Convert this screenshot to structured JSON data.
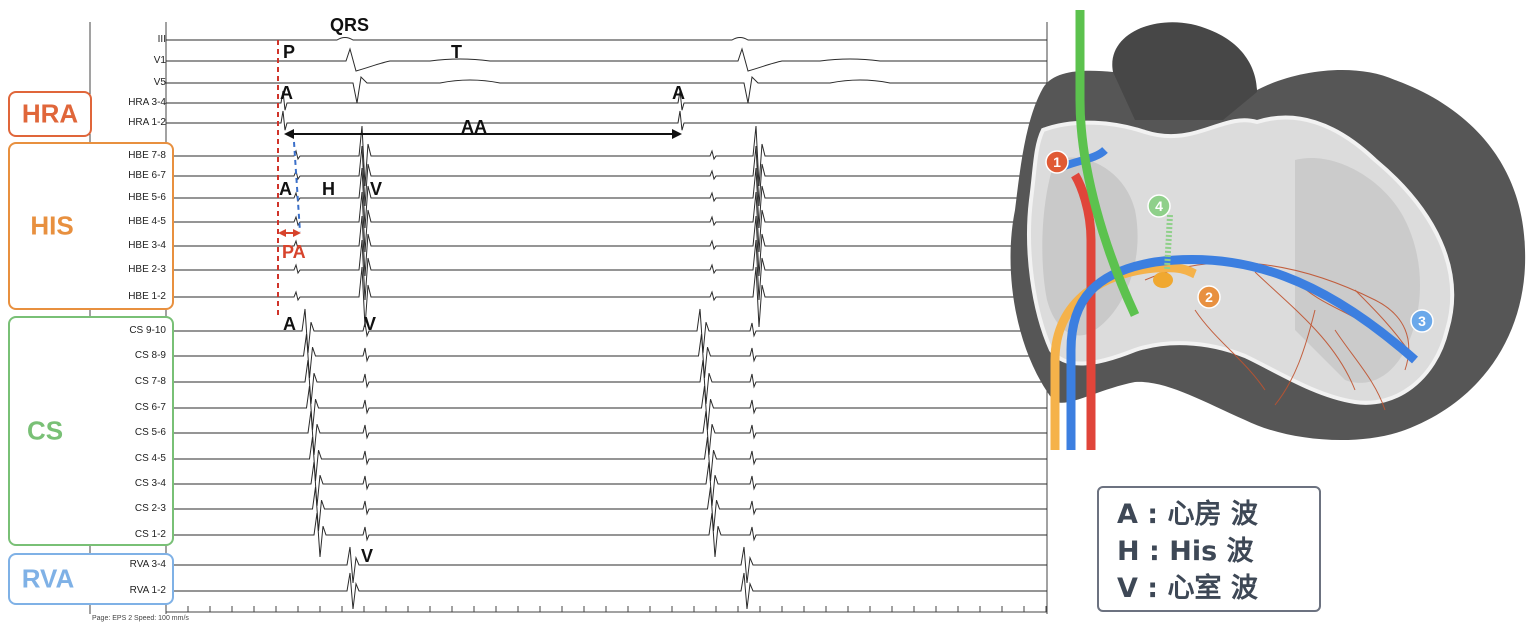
{
  "groups": {
    "hra": {
      "label": "HRA",
      "color": "#e0663a"
    },
    "his": {
      "label": "HIS",
      "color": "#e8903f"
    },
    "cs": {
      "label": "CS",
      "color": "#79c076"
    },
    "rva": {
      "label": "RVA",
      "color": "#7fb1e6"
    }
  },
  "channels": [
    "III",
    "V1",
    "V5",
    "HRA 3-4",
    "HRA 1-2",
    "HBE 7-8",
    "HBE 6-7",
    "HBE 5-6",
    "HBE 4-5",
    "HBE 3-4",
    "HBE 2-3",
    "HBE 1-2",
    "CS 9-10",
    "CS 8-9",
    "CS 7-8",
    "CS 6-7",
    "CS 5-6",
    "CS 4-5",
    "CS 3-4",
    "CS 2-3",
    "CS 1-2",
    "RVA 3-4",
    "RVA 1-2"
  ],
  "annotations": {
    "qrs": "QRS",
    "p": "P",
    "t": "T",
    "a_hra_1": "A",
    "a_hra_2": "A",
    "aa": "AA",
    "a_his": "A",
    "h_his": "H",
    "v_his": "V",
    "pa": "PA",
    "a_cs": "A",
    "v_cs": "V",
    "v_rva": "V"
  },
  "footer": "Page: EPS 2   Speed: 100 mm/s",
  "heart_markers": [
    "1",
    "2",
    "3",
    "4"
  ],
  "legend": [
    {
      "key": "A",
      "sep": " : ",
      "text": "心房 波"
    },
    {
      "key": "H",
      "sep": " : ",
      "text": "His 波"
    },
    {
      "key": "V",
      "sep": " : ",
      "text": "心室 波"
    }
  ],
  "colors": {
    "catheter_green": "#5cc24e",
    "catheter_blue": "#3c7fe0",
    "catheter_red": "#e0453a",
    "catheter_yellow": "#f5b24a",
    "marker_1": "#e05a34",
    "marker_2": "#e8903f",
    "marker_3": "#6aa8ea",
    "marker_4": "#8fd08a"
  }
}
